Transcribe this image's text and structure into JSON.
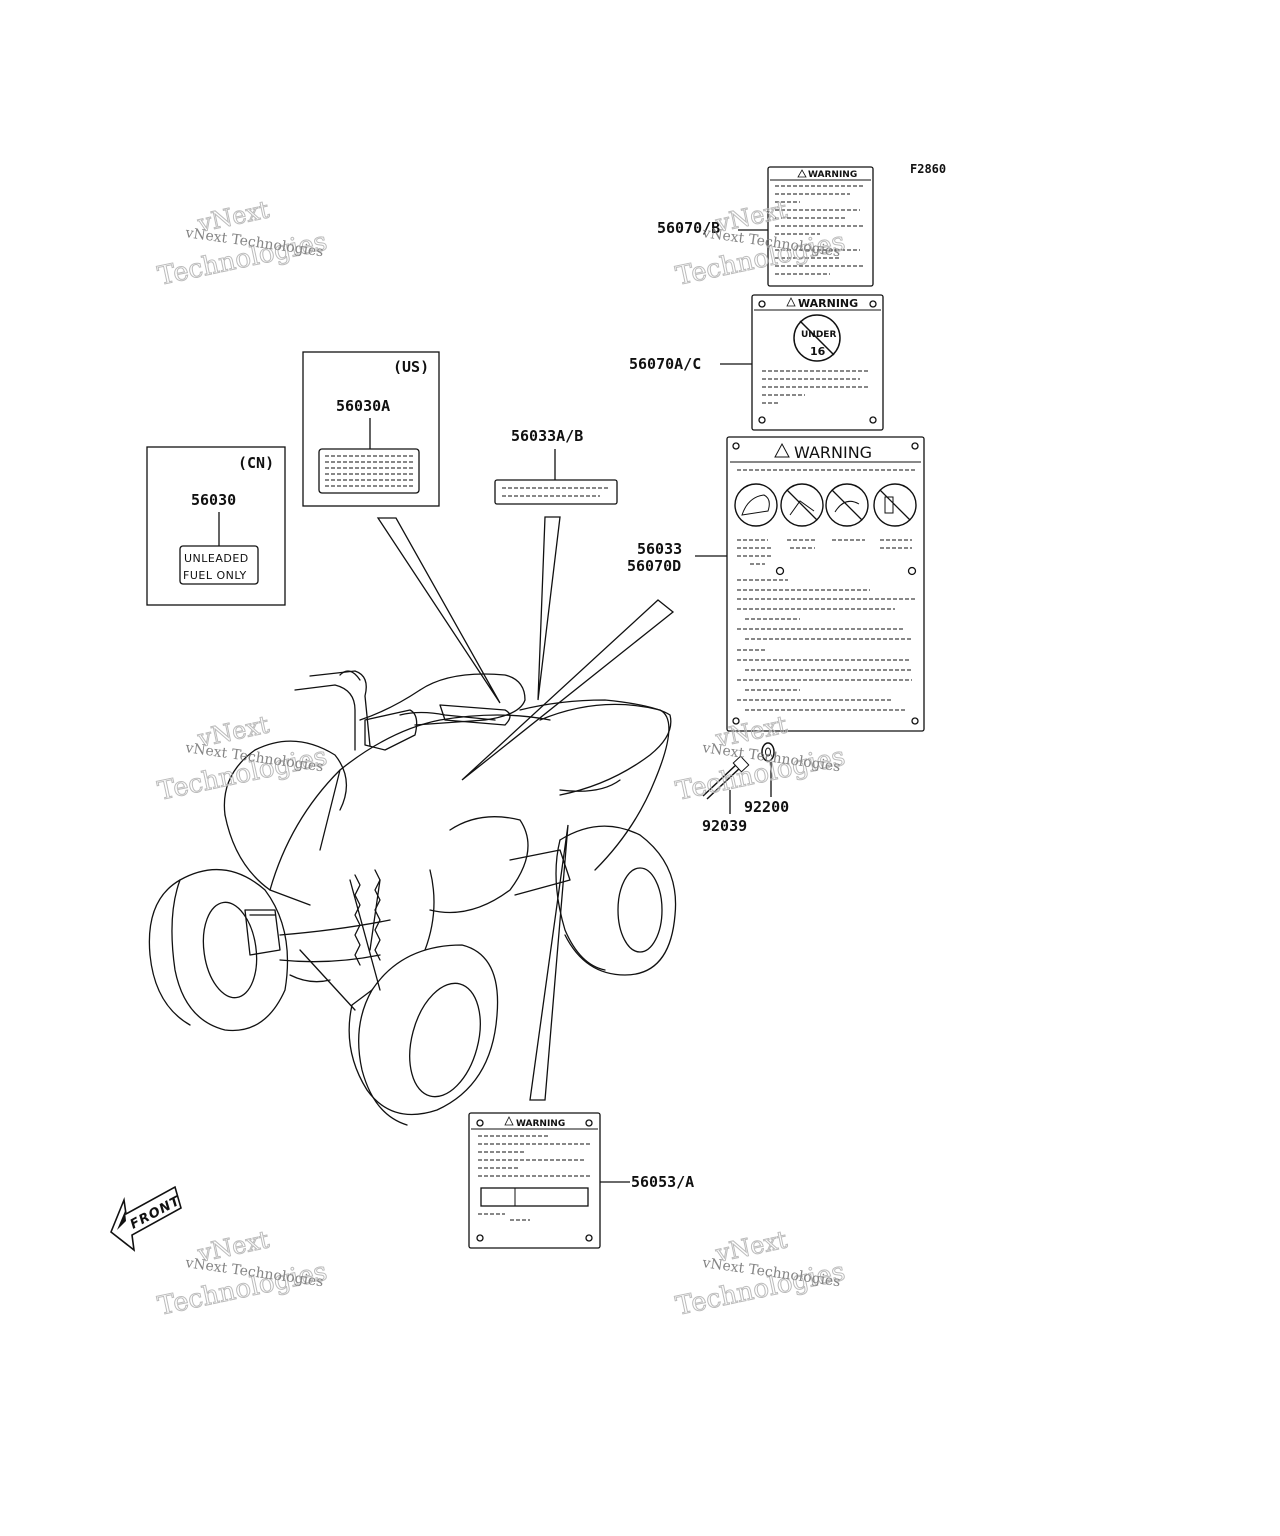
{
  "figure_code": "F2860",
  "watermark": {
    "line1": "vNext",
    "line2": "Technologies",
    "caption": "vNext Technologies"
  },
  "regions": {
    "cn": "(CN)",
    "us": "(US)"
  },
  "parts": {
    "p56030": "56030",
    "p56030A": "56030A",
    "p56033AB": "56033A/B",
    "p56070B": "56070/B",
    "p56070AC": "56070A/C",
    "p56033": "56033",
    "p56070D": "56070D",
    "p92200": "92200",
    "p92039": "92039",
    "p56053A": "56053/A"
  },
  "stickers": {
    "unleaded_line1": "UNLEADED",
    "unleaded_line2": "FUEL ONLY",
    "warning": "WARNING",
    "under_text": "UNDER",
    "under_age": "16"
  },
  "front_arrow": "FRONT"
}
